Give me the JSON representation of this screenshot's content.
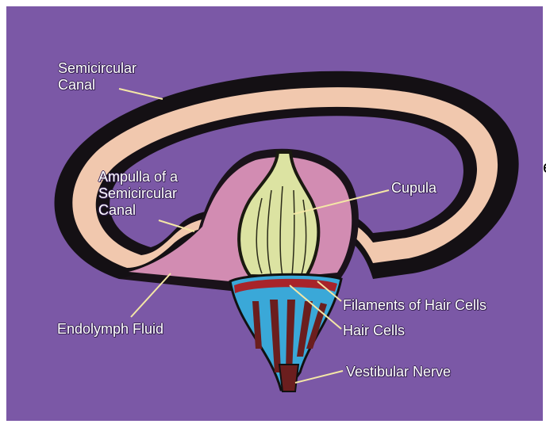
{
  "labels": {
    "semicircular_canal": [
      "Semicircular",
      "Canal"
    ],
    "ampulla": [
      "Ampulla of a",
      "Semicircular",
      "Canal"
    ],
    "cupula": "Cupula",
    "filaments": "Filaments of Hair Cells",
    "hair_cells": "Hair Cells",
    "endolymph": "Endolymph Fluid",
    "vestibular_nerve": "Vestibular Nerve"
  },
  "colors": {
    "background": "#7b58a6",
    "canal": "#f3c9b0",
    "ampulla": "#d58fb4",
    "cupula": "#dde4a4",
    "hair_cells": "#3aa8d8",
    "nerve": "#6b1e1e"
  },
  "edge_fragment": "e"
}
